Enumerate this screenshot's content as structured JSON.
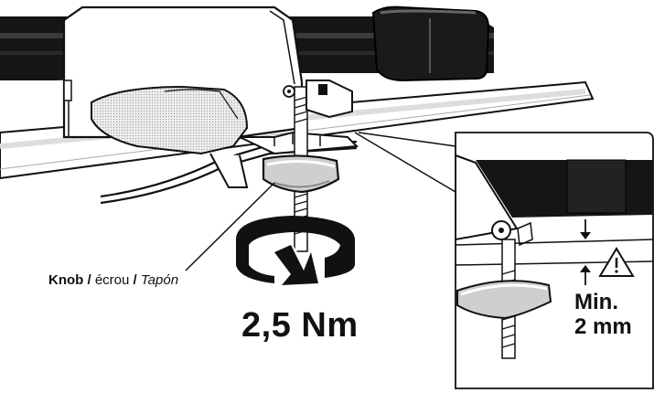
{
  "labels": {
    "knob_en": "Knob",
    "separator_1": " / ",
    "knob_fr": "écrou",
    "separator_2": " / ",
    "knob_es": "Tapón"
  },
  "torque": "2,5 Nm",
  "clearance": {
    "line1": "Min.",
    "line2": "2 mm"
  },
  "colors": {
    "ink": "#111111",
    "bar": "#151515",
    "shade": "#cfcfcf",
    "paper": "#ffffff"
  },
  "icons": {
    "warning": "warning-triangle-icon",
    "rotation": "clockwise-rotation-arrow-icon"
  }
}
